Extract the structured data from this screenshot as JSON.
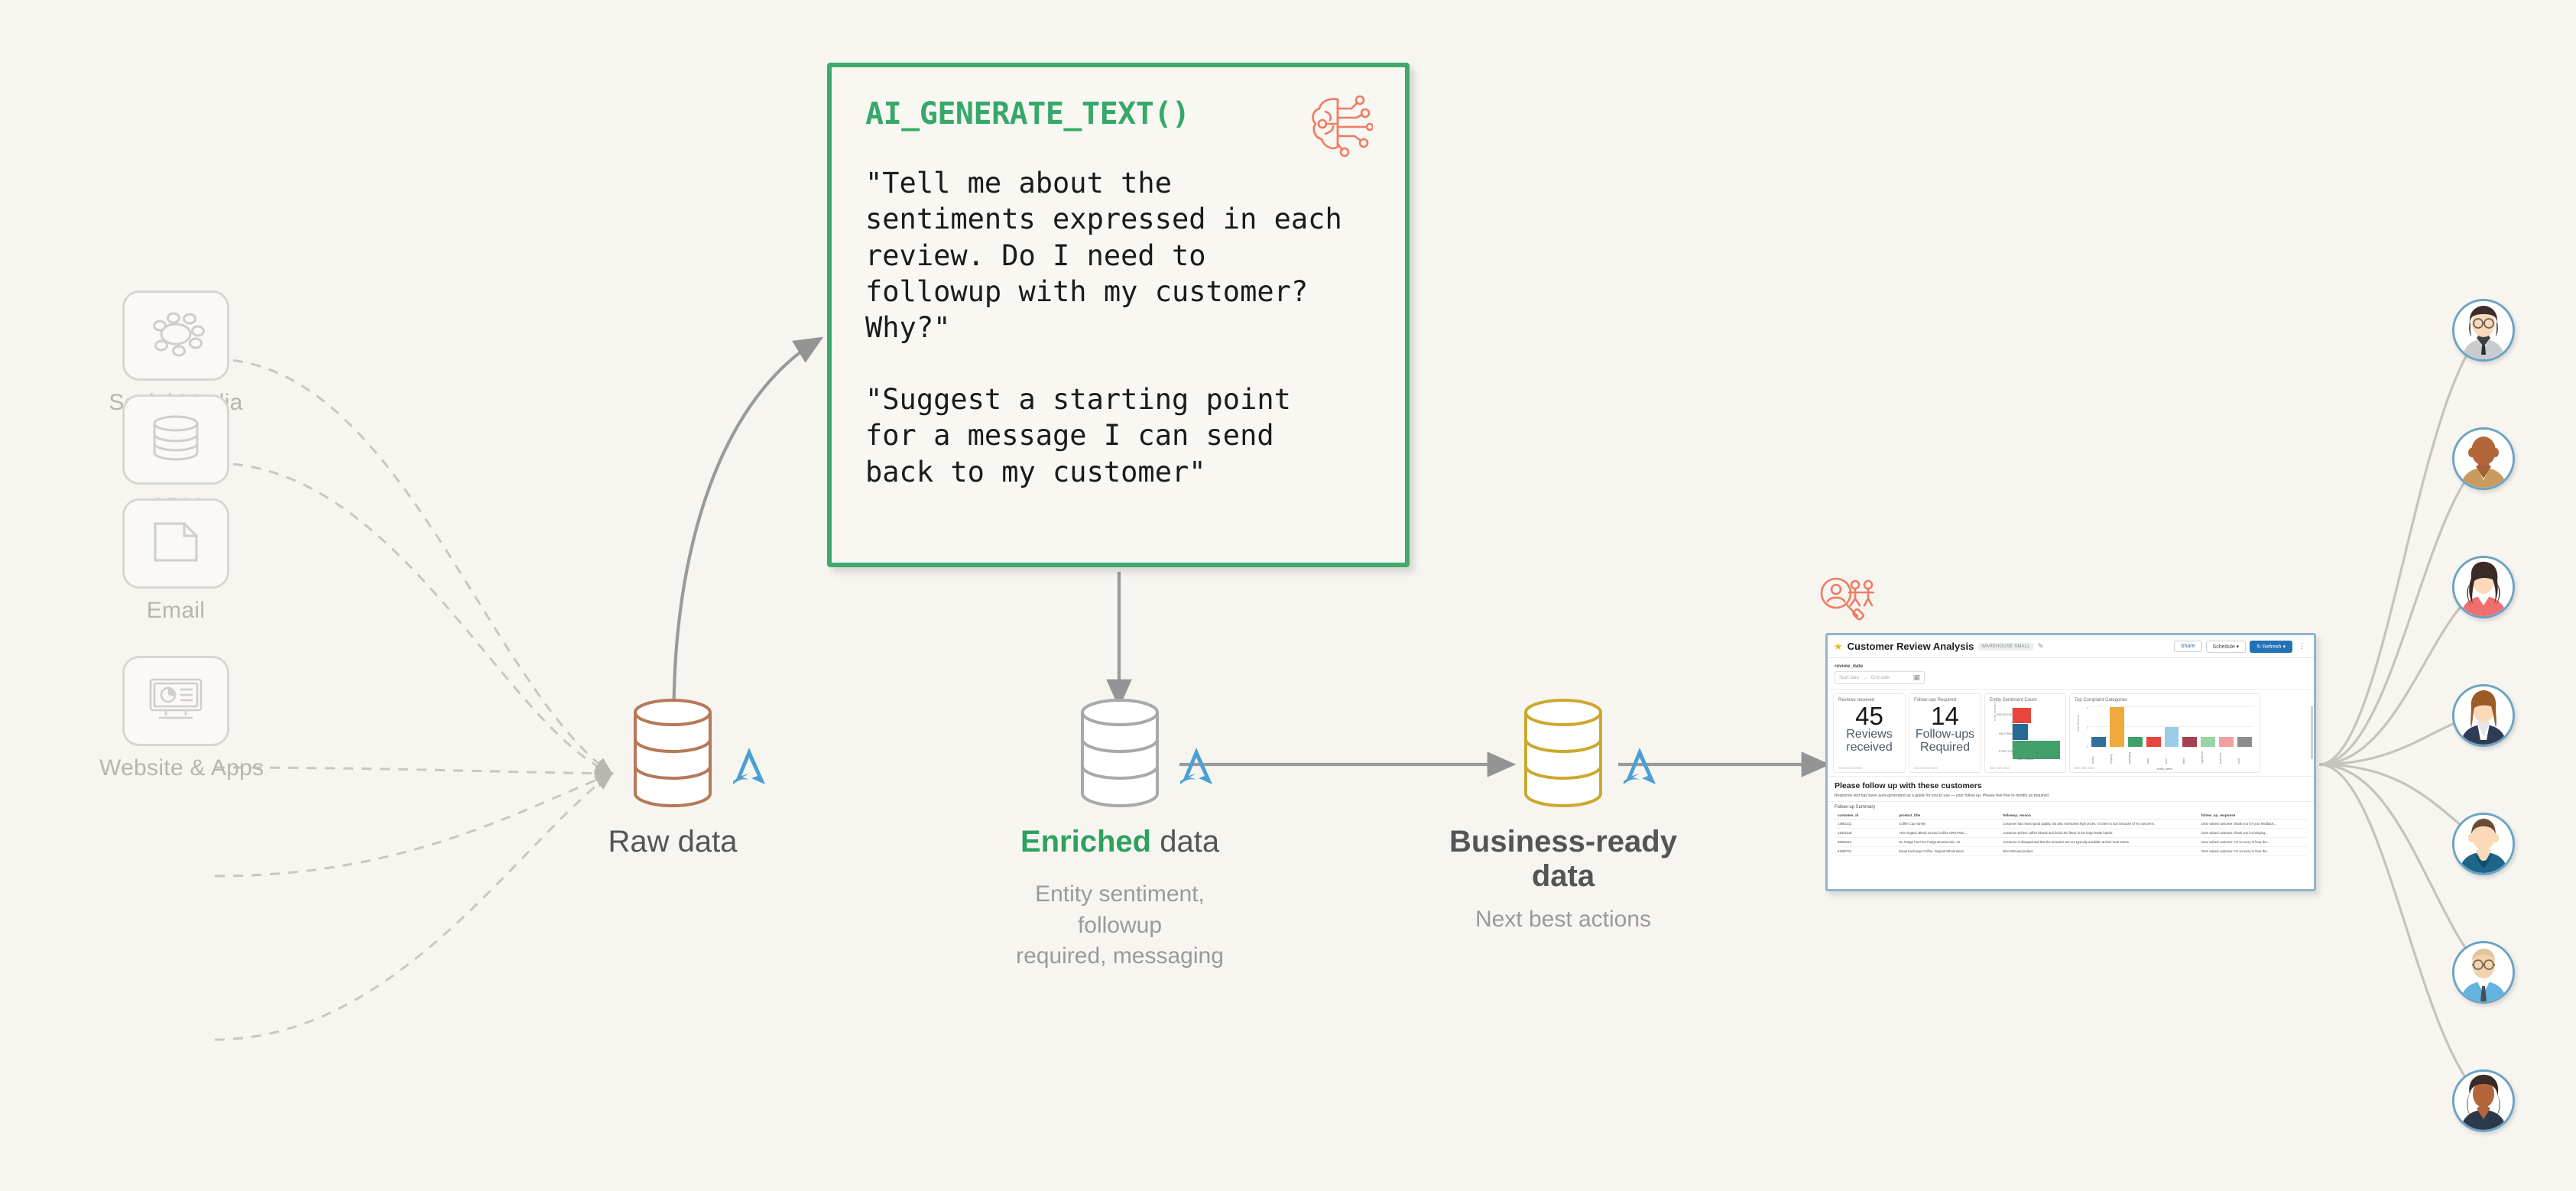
{
  "theme": {
    "background": "#f7f5f0",
    "accent_green": "#36a86a",
    "accent_coral": "#ef7b62",
    "raw_cylinder": "#b5795a",
    "enriched_cylinder": "#a9a9a9",
    "business_cylinder": "#cba92f",
    "databricks_blue": "#4a9fd5",
    "avatar_ring": "#6ba3c4"
  },
  "sources": {
    "items": [
      {
        "label": "Social Media",
        "icon": "social-network-icon"
      },
      {
        "label": "CRM",
        "icon": "database-icon"
      },
      {
        "label": "Email",
        "icon": "document-icon"
      },
      {
        "label": "Website & Apps",
        "icon": "dashboard-monitor-icon"
      }
    ]
  },
  "prompt_card": {
    "title": "AI_GENERATE_TEXT()",
    "icon": "ai-brain-icon",
    "prompt_1": "\"Tell me about the\nsentiments expressed in each\nreview. Do I need to\nfollowup with my customer?\nWhy?\"",
    "prompt_2": "\"Suggest a starting point\nfor a message I can send\nback to my customer\""
  },
  "pipeline": {
    "nodes": [
      {
        "title_plain": "Raw data",
        "title_accent": "",
        "subtitle": "",
        "cylinder_color": "#b5795a",
        "logo": "databricks-logo"
      },
      {
        "title_accent": "Enriched",
        "title_plain": " data",
        "subtitle": "Entity sentiment, followup\nrequired, messaging",
        "cylinder_color": "#a9a9a9",
        "logo": "databricks-logo"
      },
      {
        "title_accent": "",
        "title_plain": "Business-ready\ndata",
        "subtitle": "Next best actions",
        "cylinder_color": "#cba92f",
        "logo": "databricks-logo"
      }
    ]
  },
  "dashboard": {
    "overlay_icon": "customer-search-icon",
    "star_icon": "★",
    "title": "Customer Review Analysis",
    "tag": "WAREHOUSE SMALL",
    "edit_icon": "✎",
    "buttons": {
      "share": "Share",
      "schedule": "Schedule",
      "refresh": "Refresh",
      "kebab": "⋮"
    },
    "filter": {
      "label": "review_date",
      "start_placeholder": "Start date",
      "separator": "→",
      "end_placeholder": "End date",
      "calendar_icon": "calendar-icon"
    },
    "kpis": [
      {
        "title": "Reviews received",
        "value": "45",
        "caption": "Reviews received",
        "footer": "Scorecard view"
      },
      {
        "title": "Follow-ups Required",
        "value": "14",
        "caption": "Follow-ups Required",
        "footer": "Scorecard view"
      }
    ],
    "followup": {
      "heading": "Please follow up with these customers",
      "subtext": "Response text has been auto-generated as a guide for you to use — your follow up. Please feel free to modify as required."
    },
    "table": {
      "caption": "Follow-up Summary",
      "columns": [
        "customer_id",
        "product_title",
        "followup_reason",
        "follow_up_response"
      ],
      "rows": [
        [
          "14881411",
          "Coffee Cup Variety",
          "Customer has mixed good quality, but also mentioned high prices. I'd rate it 5 star because of my concerns.",
          "Dear valued customer, thank you for your feedback..."
        ],
        [
          "14831018",
          "YES Organic Blend Ground Coffee ORGANIC...",
          "Customer prefers coffee blends and found the flavor in the large bottle harder.",
          "Dear valued customer, thank you for bringing..."
        ],
        [
          "82806112",
          "No Pudge Fat Free Fudge Brownie Mix, 13.",
          "Customer is disappointed that the brownies are not typically available at their local stores.",
          "Dear valued customer, I'm so sorry to hear the..."
        ],
        [
          "61880721",
          "Equal Exchange Coffee, Original Whole Bean",
          "Discontinued product",
          "Dear valued customer, I'm so sorry to hear the..."
        ]
      ]
    },
    "chart_data": [
      {
        "type": "bar",
        "orientation": "horizontal",
        "title": "Entity Sentiment Count",
        "categories": [
          "NEGATIVE",
          "NEUTRAL",
          "POSITIVE"
        ],
        "values": [
          7,
          6,
          20
        ],
        "colors": [
          "#e8453c",
          "#276a96",
          "#42a06a"
        ],
        "xlabel": "Num. Entities",
        "ylabel": "entity_sentiment",
        "xticks": [
          "0",
          "20"
        ],
        "xlim": [
          0,
          22
        ],
        "footer": "Bar plot view"
      },
      {
        "type": "bar",
        "orientation": "vertical",
        "title": "Top Complaint Categories",
        "categories": [
          "acidity",
          "shipping",
          "packaging",
          "taste",
          "price",
          "flavor",
          "ingredients",
          "freshness",
          "other"
        ],
        "values": [
          1,
          4,
          1,
          1,
          2,
          1,
          1,
          1,
          1
        ],
        "colors": [
          "#2e7099",
          "#f0a93c",
          "#42a06a",
          "#e8453c",
          "#9dcbe6",
          "#a53f51",
          "#97d4a7",
          "#f0a0a0",
          "#8d8d8d"
        ],
        "xlabel": "entity_name",
        "ylabel": "Num. Reviews",
        "yticks": [
          "0",
          "2",
          "4"
        ],
        "ylim": [
          0,
          4.4
        ],
        "grid": true,
        "footer": "Bar plot view"
      }
    ]
  },
  "audience": {
    "count": 7,
    "items": [
      {
        "name": "avatar-woman-glasses-bob"
      },
      {
        "name": "avatar-man-bald-tan-shirt"
      },
      {
        "name": "avatar-woman-curly-hair-pink"
      },
      {
        "name": "avatar-woman-auburn-navy-blazer"
      },
      {
        "name": "avatar-man-brown-hair-blue-hoodie"
      },
      {
        "name": "avatar-man-bald-glasses-tie"
      },
      {
        "name": "avatar-woman-dark-curly-hair"
      }
    ]
  }
}
